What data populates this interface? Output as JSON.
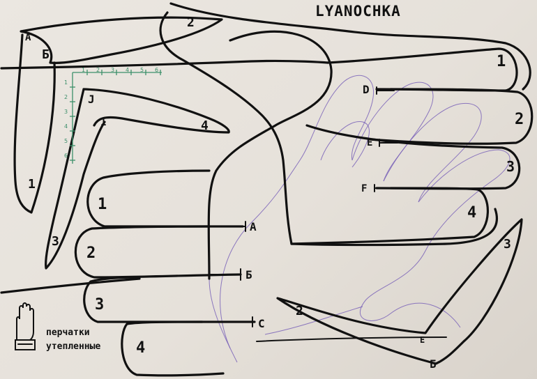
{
  "title": "LYANOCHKA",
  "caption": {
    "line1": "перчатки",
    "line2": "утепленные"
  },
  "finger_labels": {
    "left_1": "1",
    "left_2": "2",
    "left_3": "3",
    "left_4": "4",
    "right_1": "1",
    "right_2": "2",
    "right_3": "3",
    "right_4": "4"
  },
  "thumb_labels": {
    "top_a": "2",
    "top_b": "A",
    "top_c": "Б",
    "top_d": "1",
    "mid_a": "J",
    "mid_b": "4",
    "mid_c": "1",
    "mid_d": "3",
    "bottom_a": "2",
    "bottom_b": "3",
    "bottom_c": "Б",
    "bottom_d": "E"
  },
  "point_labels": {
    "a": "A",
    "b": "Б",
    "c": "C",
    "d": "D",
    "e": "E",
    "f": "F"
  },
  "ruler": {
    "h_ticks": [
      "1",
      "2",
      "3",
      "4",
      "5",
      "6"
    ],
    "v_ticks": [
      "1",
      "2",
      "3",
      "4",
      "5",
      "6"
    ]
  },
  "colors": {
    "ink": "#111111",
    "violet": "#7a63b8",
    "green": "#3c8f6a",
    "paper": "#e8e4dd"
  }
}
